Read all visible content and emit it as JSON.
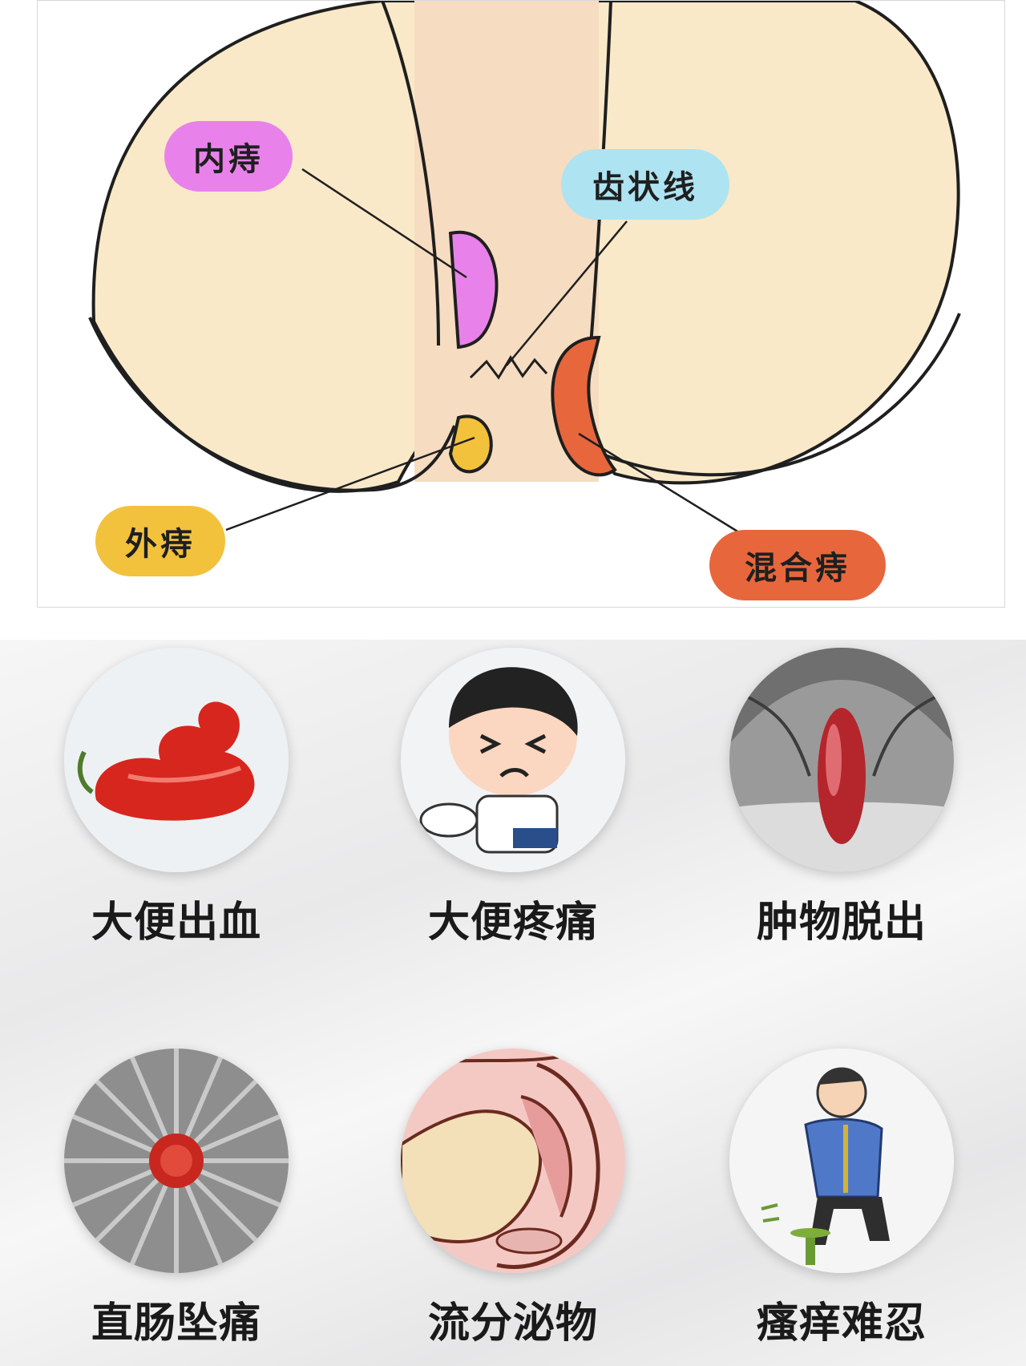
{
  "diagram": {
    "labels": {
      "internal": "内痔",
      "dentate_line": "齿状线",
      "external": "外痔",
      "mixed": "混合痔"
    },
    "colors": {
      "skin": "#f9e9c8",
      "canal": "#f6dcc0",
      "internal": "#e882ea",
      "dentate_line": "#aee3f1",
      "external": "#f2c23d",
      "mixed": "#e8663c"
    }
  },
  "symptoms": [
    {
      "label": "大便出血",
      "icon": "red-stool-icon"
    },
    {
      "label": "大便疼痛",
      "icon": "pained-boy-on-toilet-icon"
    },
    {
      "label": "肿物脱出",
      "icon": "prolapsed-mass-icon"
    },
    {
      "label": "直肠坠痛",
      "icon": "inflamed-rectum-icon"
    },
    {
      "label": "流分泌物",
      "icon": "anal-cross-section-icon"
    },
    {
      "label": "瘙痒难忍",
      "icon": "itching-man-on-stool-icon"
    }
  ]
}
